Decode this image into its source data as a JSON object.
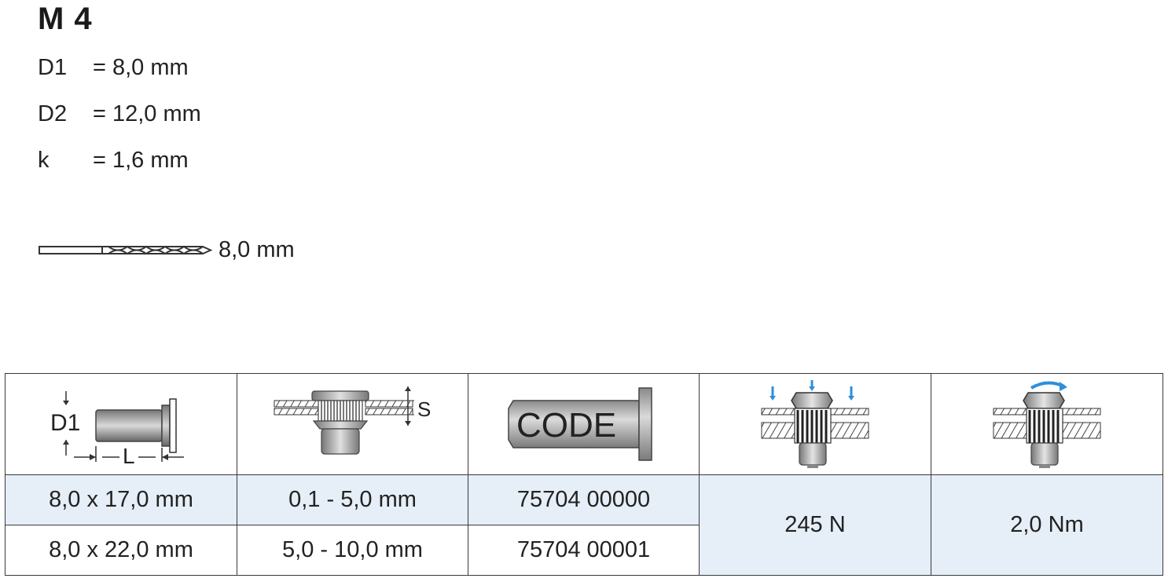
{
  "title": "M 4",
  "specs": [
    {
      "label": "D1",
      "value": "= 8,0 mm"
    },
    {
      "label": "D2",
      "value": "= 12,0 mm"
    },
    {
      "label": "k",
      "value": "= 1,6 mm"
    }
  ],
  "drill": {
    "value": "8,0 mm",
    "icon": "drill-bit-icon"
  },
  "table": {
    "header_icons": [
      {
        "name": "rivet-nut-dimensions-icon",
        "labels": {
          "d1": "D1",
          "l": "L"
        }
      },
      {
        "name": "grip-range-icon",
        "labels": {
          "s": "S"
        }
      },
      {
        "name": "code-icon",
        "labels": {
          "code": "CODE"
        }
      },
      {
        "name": "setting-force-icon"
      },
      {
        "name": "torque-icon"
      }
    ],
    "rows": [
      {
        "size": "8,0 x 17,0 mm",
        "grip": "0,1 - 5,0 mm",
        "code": "75704 00000"
      },
      {
        "size": "8,0 x 22,0 mm",
        "grip": "5,0 - 10,0 mm",
        "code": "75704 00001"
      }
    ],
    "force": "245 N",
    "torque": "2,0 Nm"
  },
  "colors": {
    "row_highlight": "#e6eef7",
    "border": "#3a3a3a",
    "accent_blue": "#2f8fd8"
  }
}
